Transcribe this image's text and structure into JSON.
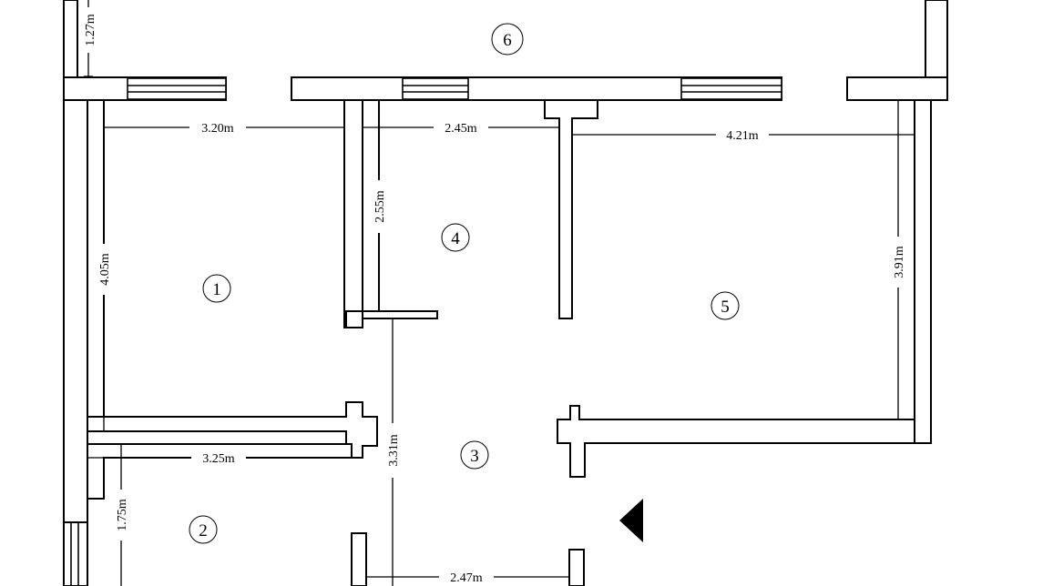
{
  "rooms": {
    "r1": "1",
    "r2": "2",
    "r3": "3",
    "r4": "4",
    "r5": "5",
    "r6": "6"
  },
  "dimensions": {
    "balcony_depth": "1.27m",
    "room1_width": "3.20m",
    "room1_depth": "4.05m",
    "room4_width": "2.45m",
    "room4_depth": "2.55m",
    "room5_width": "4.21m",
    "room5_depth": "3.91m",
    "room2_width": "3.25m",
    "room2_depth": "1.75m",
    "hall_depth": "3.31m",
    "hall_width": "2.47m"
  },
  "colors": {
    "line": "#000000",
    "background": "#ffffff"
  },
  "icons": {
    "entrance": "entrance-arrow-icon"
  }
}
